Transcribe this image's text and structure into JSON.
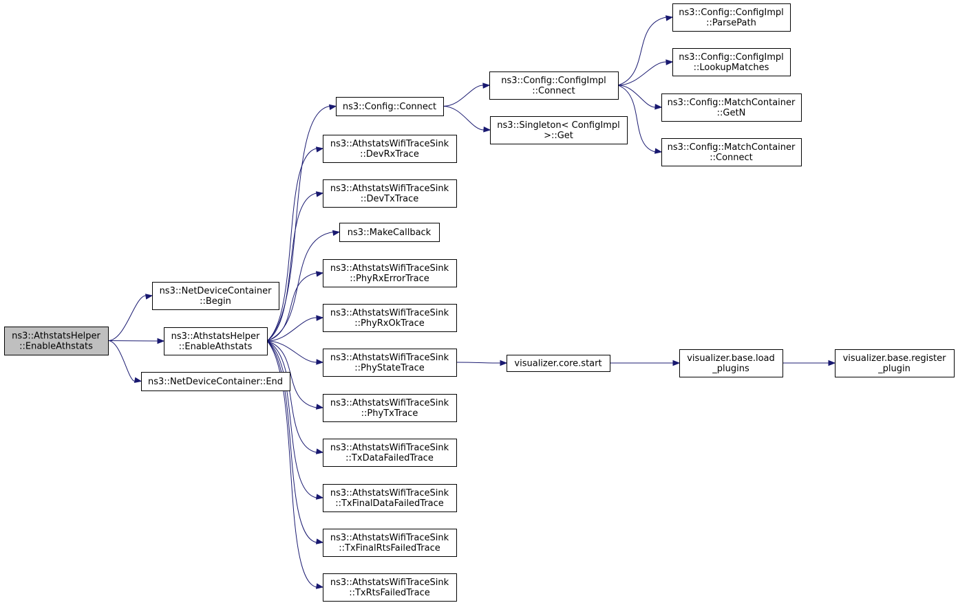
{
  "diagram": {
    "nodes": [
      {
        "id": "root",
        "lines": [
          "ns3::AthstatsHelper",
          "::EnableAthstats"
        ],
        "highlight": true
      },
      {
        "id": "ndc_begin",
        "lines": [
          "ns3::NetDeviceContainer",
          "::Begin"
        ]
      },
      {
        "id": "ah_enable",
        "lines": [
          "ns3::AthstatsHelper",
          "::EnableAthstats"
        ]
      },
      {
        "id": "ndc_end",
        "lines": [
          "ns3::NetDeviceContainer::End"
        ]
      },
      {
        "id": "cfg_connect",
        "lines": [
          "ns3::Config::Connect"
        ]
      },
      {
        "id": "dev_rx",
        "lines": [
          "ns3::AthstatsWifiTraceSink",
          "::DevRxTrace"
        ]
      },
      {
        "id": "dev_tx",
        "lines": [
          "ns3::AthstatsWifiTraceSink",
          "::DevTxTrace"
        ]
      },
      {
        "id": "make_cb",
        "lines": [
          "ns3::MakeCallback"
        ]
      },
      {
        "id": "phy_rx_err",
        "lines": [
          "ns3::AthstatsWifiTraceSink",
          "::PhyRxErrorTrace"
        ]
      },
      {
        "id": "phy_rx_ok",
        "lines": [
          "ns3::AthstatsWifiTraceSink",
          "::PhyRxOkTrace"
        ]
      },
      {
        "id": "phy_state",
        "lines": [
          "ns3::AthstatsWifiTraceSink",
          "::PhyStateTrace"
        ]
      },
      {
        "id": "phy_tx",
        "lines": [
          "ns3::AthstatsWifiTraceSink",
          "::PhyTxTrace"
        ]
      },
      {
        "id": "tx_data_failed",
        "lines": [
          "ns3::AthstatsWifiTraceSink",
          "::TxDataFailedTrace"
        ]
      },
      {
        "id": "tx_final_data_failed",
        "lines": [
          "ns3::AthstatsWifiTraceSink",
          "::TxFinalDataFailedTrace"
        ]
      },
      {
        "id": "tx_final_rts_failed",
        "lines": [
          "ns3::AthstatsWifiTraceSink",
          "::TxFinalRtsFailedTrace"
        ]
      },
      {
        "id": "tx_rts_failed",
        "lines": [
          "ns3::AthstatsWifiTraceSink",
          "::TxRtsFailedTrace"
        ]
      },
      {
        "id": "cfgimpl_connect",
        "lines": [
          "ns3::Config::ConfigImpl",
          "::Connect"
        ]
      },
      {
        "id": "singleton_get",
        "lines": [
          "ns3::Singleton< ConfigImpl",
          ">::Get"
        ]
      },
      {
        "id": "parse_path",
        "lines": [
          "ns3::Config::ConfigImpl",
          "::ParsePath"
        ]
      },
      {
        "id": "lookup_matches",
        "lines": [
          "ns3::Config::ConfigImpl",
          "::LookupMatches"
        ]
      },
      {
        "id": "mc_getn",
        "lines": [
          "ns3::Config::MatchContainer",
          "::GetN"
        ]
      },
      {
        "id": "mc_connect",
        "lines": [
          "ns3::Config::MatchContainer",
          "::Connect"
        ]
      },
      {
        "id": "vis_start",
        "lines": [
          "visualizer.core.start"
        ]
      },
      {
        "id": "vis_load",
        "lines": [
          "visualizer.base.load",
          "_plugins"
        ]
      },
      {
        "id": "vis_register",
        "lines": [
          "visualizer.base.register",
          "_plugin"
        ]
      }
    ],
    "edges": [
      {
        "from": "root",
        "to": "ndc_begin"
      },
      {
        "from": "root",
        "to": "ah_enable"
      },
      {
        "from": "root",
        "to": "ndc_end"
      },
      {
        "from": "ah_enable",
        "to": "cfg_connect"
      },
      {
        "from": "ah_enable",
        "to": "dev_rx"
      },
      {
        "from": "ah_enable",
        "to": "dev_tx"
      },
      {
        "from": "ah_enable",
        "to": "make_cb"
      },
      {
        "from": "ah_enable",
        "to": "phy_rx_err"
      },
      {
        "from": "ah_enable",
        "to": "phy_rx_ok"
      },
      {
        "from": "ah_enable",
        "to": "phy_state"
      },
      {
        "from": "ah_enable",
        "to": "phy_tx"
      },
      {
        "from": "ah_enable",
        "to": "tx_data_failed"
      },
      {
        "from": "ah_enable",
        "to": "tx_final_data_failed"
      },
      {
        "from": "ah_enable",
        "to": "tx_final_rts_failed"
      },
      {
        "from": "ah_enable",
        "to": "tx_rts_failed"
      },
      {
        "from": "cfg_connect",
        "to": "cfgimpl_connect"
      },
      {
        "from": "cfg_connect",
        "to": "singleton_get"
      },
      {
        "from": "cfgimpl_connect",
        "to": "parse_path"
      },
      {
        "from": "cfgimpl_connect",
        "to": "lookup_matches"
      },
      {
        "from": "cfgimpl_connect",
        "to": "mc_getn"
      },
      {
        "from": "cfgimpl_connect",
        "to": "mc_connect"
      },
      {
        "from": "phy_state",
        "to": "vis_start"
      },
      {
        "from": "vis_start",
        "to": "vis_load"
      },
      {
        "from": "vis_load",
        "to": "vis_register"
      }
    ],
    "colors": {
      "edge": "#191970",
      "node_border": "#000000",
      "node_fill": "#ffffff",
      "root_fill": "#bfbfbf"
    }
  }
}
